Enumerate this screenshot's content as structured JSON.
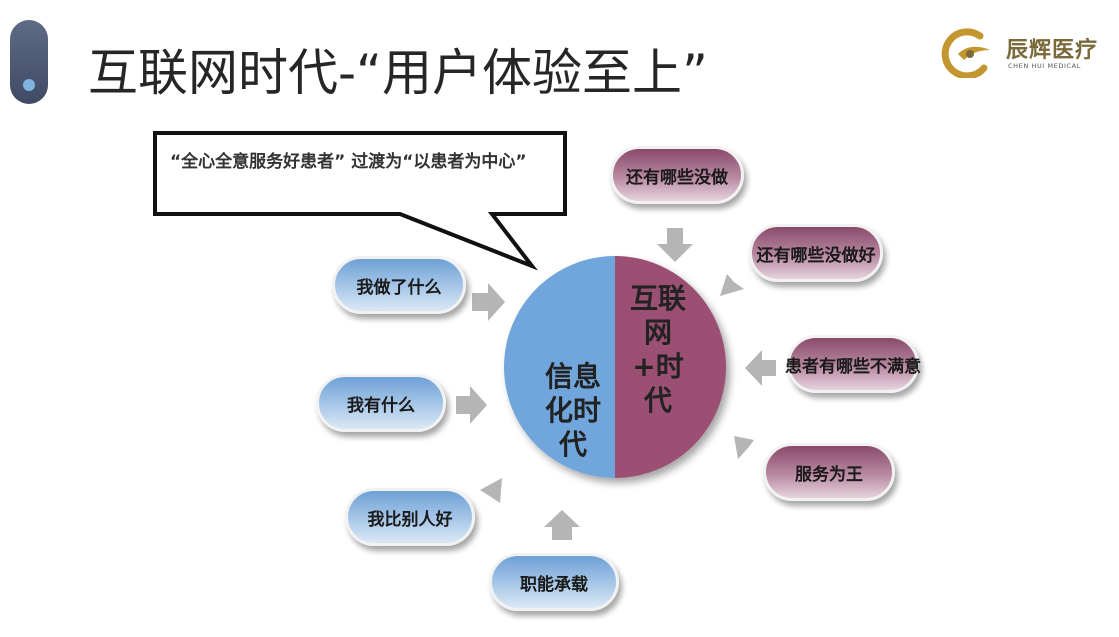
{
  "header": {
    "title": "互联网时代-“用户体验至上”"
  },
  "logo": {
    "name": "辰辉医疗",
    "subtitle": "CHEN HUI MEDICAL"
  },
  "callout": {
    "text": "“全心全意服务好患者” 过渡为“以患者为中心”"
  },
  "center": {
    "left_label": "信息化时代",
    "right_label": "互联网+时代",
    "left_color": "#6fa6dc",
    "right_color": "#9b4f72"
  },
  "left_items": [
    {
      "label": "我做了什么"
    },
    {
      "label": "我有什么"
    },
    {
      "label": "我比别人好"
    },
    {
      "label": "职能承载"
    }
  ],
  "right_items": [
    {
      "label": "还有哪些没做"
    },
    {
      "label": "还有哪些没做好"
    },
    {
      "label": "患者有哪些不满意"
    },
    {
      "label": "服务为王"
    }
  ]
}
